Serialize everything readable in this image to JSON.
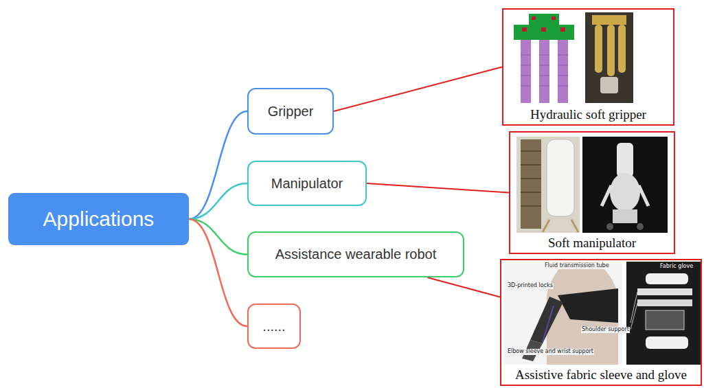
{
  "diagram": {
    "nodes": [
      {
        "text": [
          "Applications"
        ]
      },
      {
        "text": [
          "Gripper"
        ]
      },
      {
        "text": [
          "Manipulator"
        ]
      },
      {
        "text": [
          "Assistance wearable robot"
        ]
      },
      {
        "text": [
          "......"
        ]
      },
      {
        "text": [
          "Hydraulic soft gripper"
        ]
      },
      {
        "text": [
          "Soft manipulator"
        ]
      },
      {
        "text": [
          "Assistive fabric sleeve and glove"
        ]
      }
    ],
    "edges": [
      {
        "from": 0,
        "to": 1,
        "arrow": "none"
      },
      {
        "from": 0,
        "to": 2,
        "arrow": "none"
      },
      {
        "from": 0,
        "to": 3,
        "arrow": "none"
      },
      {
        "from": 0,
        "to": 4,
        "arrow": "none"
      },
      {
        "from": 1,
        "to": 5,
        "arrow": "none"
      },
      {
        "from": 2,
        "to": 6,
        "arrow": "none"
      },
      {
        "from": 3,
        "to": 7,
        "arrow": "none"
      }
    ],
    "labels": [
      "Fluid transmission tube",
      "3D-printed locks",
      "Shoulder support",
      "Elbow sleeve and wrist support",
      "Fabric glove"
    ]
  }
}
